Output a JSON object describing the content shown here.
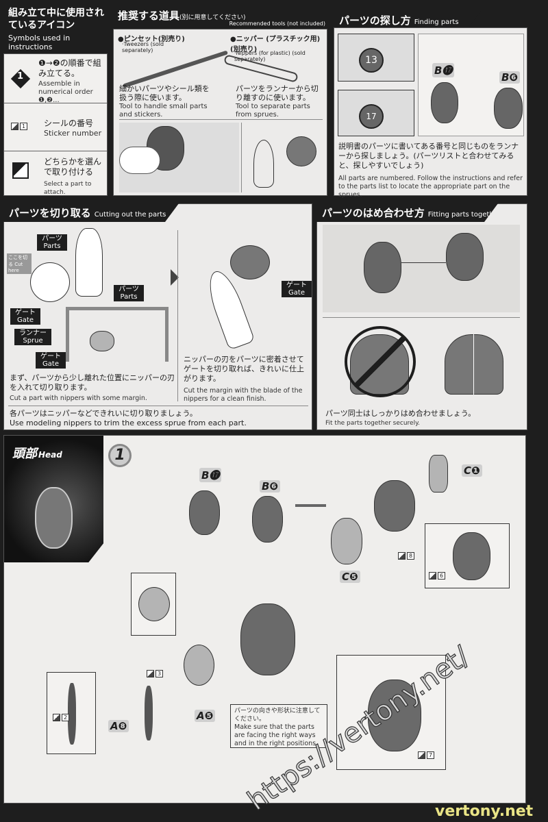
{
  "symbols": {
    "title_jp": "組み立て中に使用されているアイコン",
    "title_en": "Symbols used in instructions",
    "step_icon": "1",
    "step_jp": "❶→❷の順番で組み立てる。",
    "step_en": "Assemble in numerical order ❶,❷...",
    "sticker_num": "1",
    "sticker_jp": "シールの番号",
    "sticker_en": "Sticker number",
    "select_jp": "どちらかを選んで取り付ける",
    "select_en": "Select a part to attach."
  },
  "tools": {
    "title_jp": "推奨する道具",
    "title_note": "(別に用意してください)",
    "title_en": "Recommended tools (not included)",
    "tweezers_jp": "●ピンセット(別売り)",
    "tweezers_en": "·Tweezers (sold separately)",
    "nippers_jp": "●ニッパー (プラスチック用) (別売り)",
    "nippers_en": "·Nippers (for plastic) (sold separately)",
    "tweezers_desc_jp": "細かいパーツやシール類を扱う際に使います。",
    "tweezers_desc_en": "Tool to handle small parts and stickers.",
    "nippers_desc_jp": "パーツをランナーから切り離すのに使います。",
    "nippers_desc_en": "Tool to separate parts from sprues."
  },
  "finding": {
    "title_jp": "パーツの探し方",
    "title_en": "Finding parts",
    "sprue_numbers": [
      "13",
      "17"
    ],
    "part_labels": [
      "B⓱",
      "B❻"
    ],
    "desc_jp": "説明書のパーツに書いてある番号と同じものをランナーから探しましょう。(パーツリストと合わせてみると、探しやすいでしょう)",
    "desc_en": "All parts are numbered. Follow the instructions and refer to the parts list to locate the appropriate part on the sprues."
  },
  "cutting": {
    "title_jp": "パーツを切り取る",
    "title_en": "Cutting out the parts",
    "cut_here": "ここを切る Cut here",
    "labels": {
      "parts": "パーツ Parts",
      "gate": "ゲート Gate",
      "sprue": "ランナー Sprue"
    },
    "step1_jp": "まず、パーツから少し離れた位置にニッパーの刃を入れて切り取ります。",
    "step1_en": "Cut a part with nippers with some margin.",
    "step2_jp": "ニッパーの刃をパーツに密着させてゲートを切り取れば、きれいに仕上がります。",
    "step2_en": "Cut the margin with the blade of the nippers for a clean finish.",
    "footer_jp": "各パーツはニッパーなどできれいに切り取りましょう。",
    "footer_en": "Use modeling nippers to trim the excess sprue from each part."
  },
  "fitting": {
    "title_jp": "パーツのはめ合わせ方",
    "title_en": "Fitting parts together",
    "desc_jp": "パーツ同士はしっかりはめ合わせましょう。",
    "desc_en": "Fit the parts together securely."
  },
  "head": {
    "title_jp": "頭部",
    "title_en": "Head",
    "step": "1",
    "parts": [
      "B⓱",
      "B❻",
      "C❶",
      "C❺",
      "A❺",
      "A❽"
    ],
    "stickers": [
      "8",
      "6",
      "3",
      "2",
      "7"
    ],
    "note_jp": "パーツの向きや形状に注意してください。",
    "note_en": "Make sure that the parts are facing the right ways and in the right positions."
  },
  "watermark": {
    "diagonal": "https://vertony.net/",
    "corner": "vertony.net"
  }
}
